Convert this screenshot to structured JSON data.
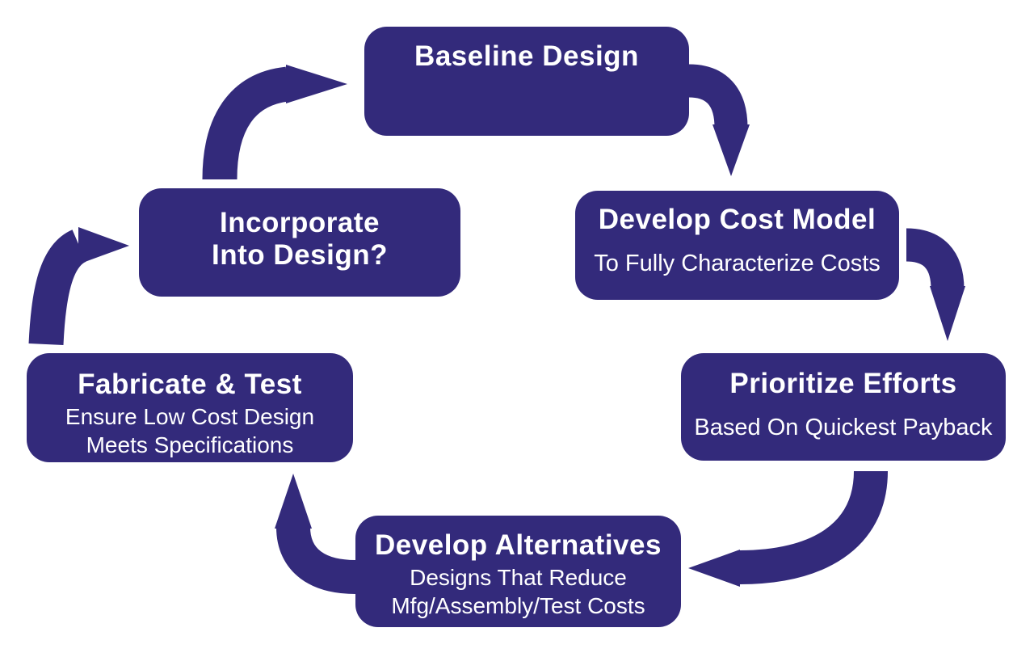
{
  "diagram_type": "process-cycle",
  "colors": {
    "node_fill": "#332A7B",
    "node_text": "#FFFFFF",
    "arrow": "#332A7B",
    "background": "#FFFFFF"
  },
  "nodes": {
    "baseline_design": {
      "title_lines": [
        "Baseline Design"
      ],
      "subtitle_lines": []
    },
    "develop_cost_model": {
      "title_lines": [
        "Develop Cost Model"
      ],
      "subtitle_lines": [
        "To Fully Characterize Costs"
      ]
    },
    "prioritize_efforts": {
      "title_lines": [
        "Prioritize Efforts"
      ],
      "subtitle_lines": [
        "Based On Quickest Payback"
      ]
    },
    "develop_alternatives": {
      "title_lines": [
        "Develop Alternatives"
      ],
      "subtitle_lines": [
        "Designs That Reduce",
        "Mfg/Assembly/Test Costs"
      ]
    },
    "fabricate_test": {
      "title_lines": [
        "Fabricate & Test"
      ],
      "subtitle_lines": [
        "Ensure Low Cost Design",
        "Meets Specifications"
      ]
    },
    "incorporate_into_design": {
      "title_lines": [
        "Incorporate",
        "Into Design?"
      ],
      "subtitle_lines": []
    }
  },
  "arrows": [
    {
      "from": "Baseline Design",
      "to": "Develop Cost Model"
    },
    {
      "from": "Develop Cost Model",
      "to": "Prioritize Efforts"
    },
    {
      "from": "Prioritize Efforts",
      "to": "Develop Alternatives"
    },
    {
      "from": "Develop Alternatives",
      "to": "Fabricate & Test"
    },
    {
      "from": "Fabricate & Test",
      "to": "Incorporate Into Design?"
    },
    {
      "from": "Incorporate Into Design?",
      "to": "Baseline Design"
    }
  ]
}
